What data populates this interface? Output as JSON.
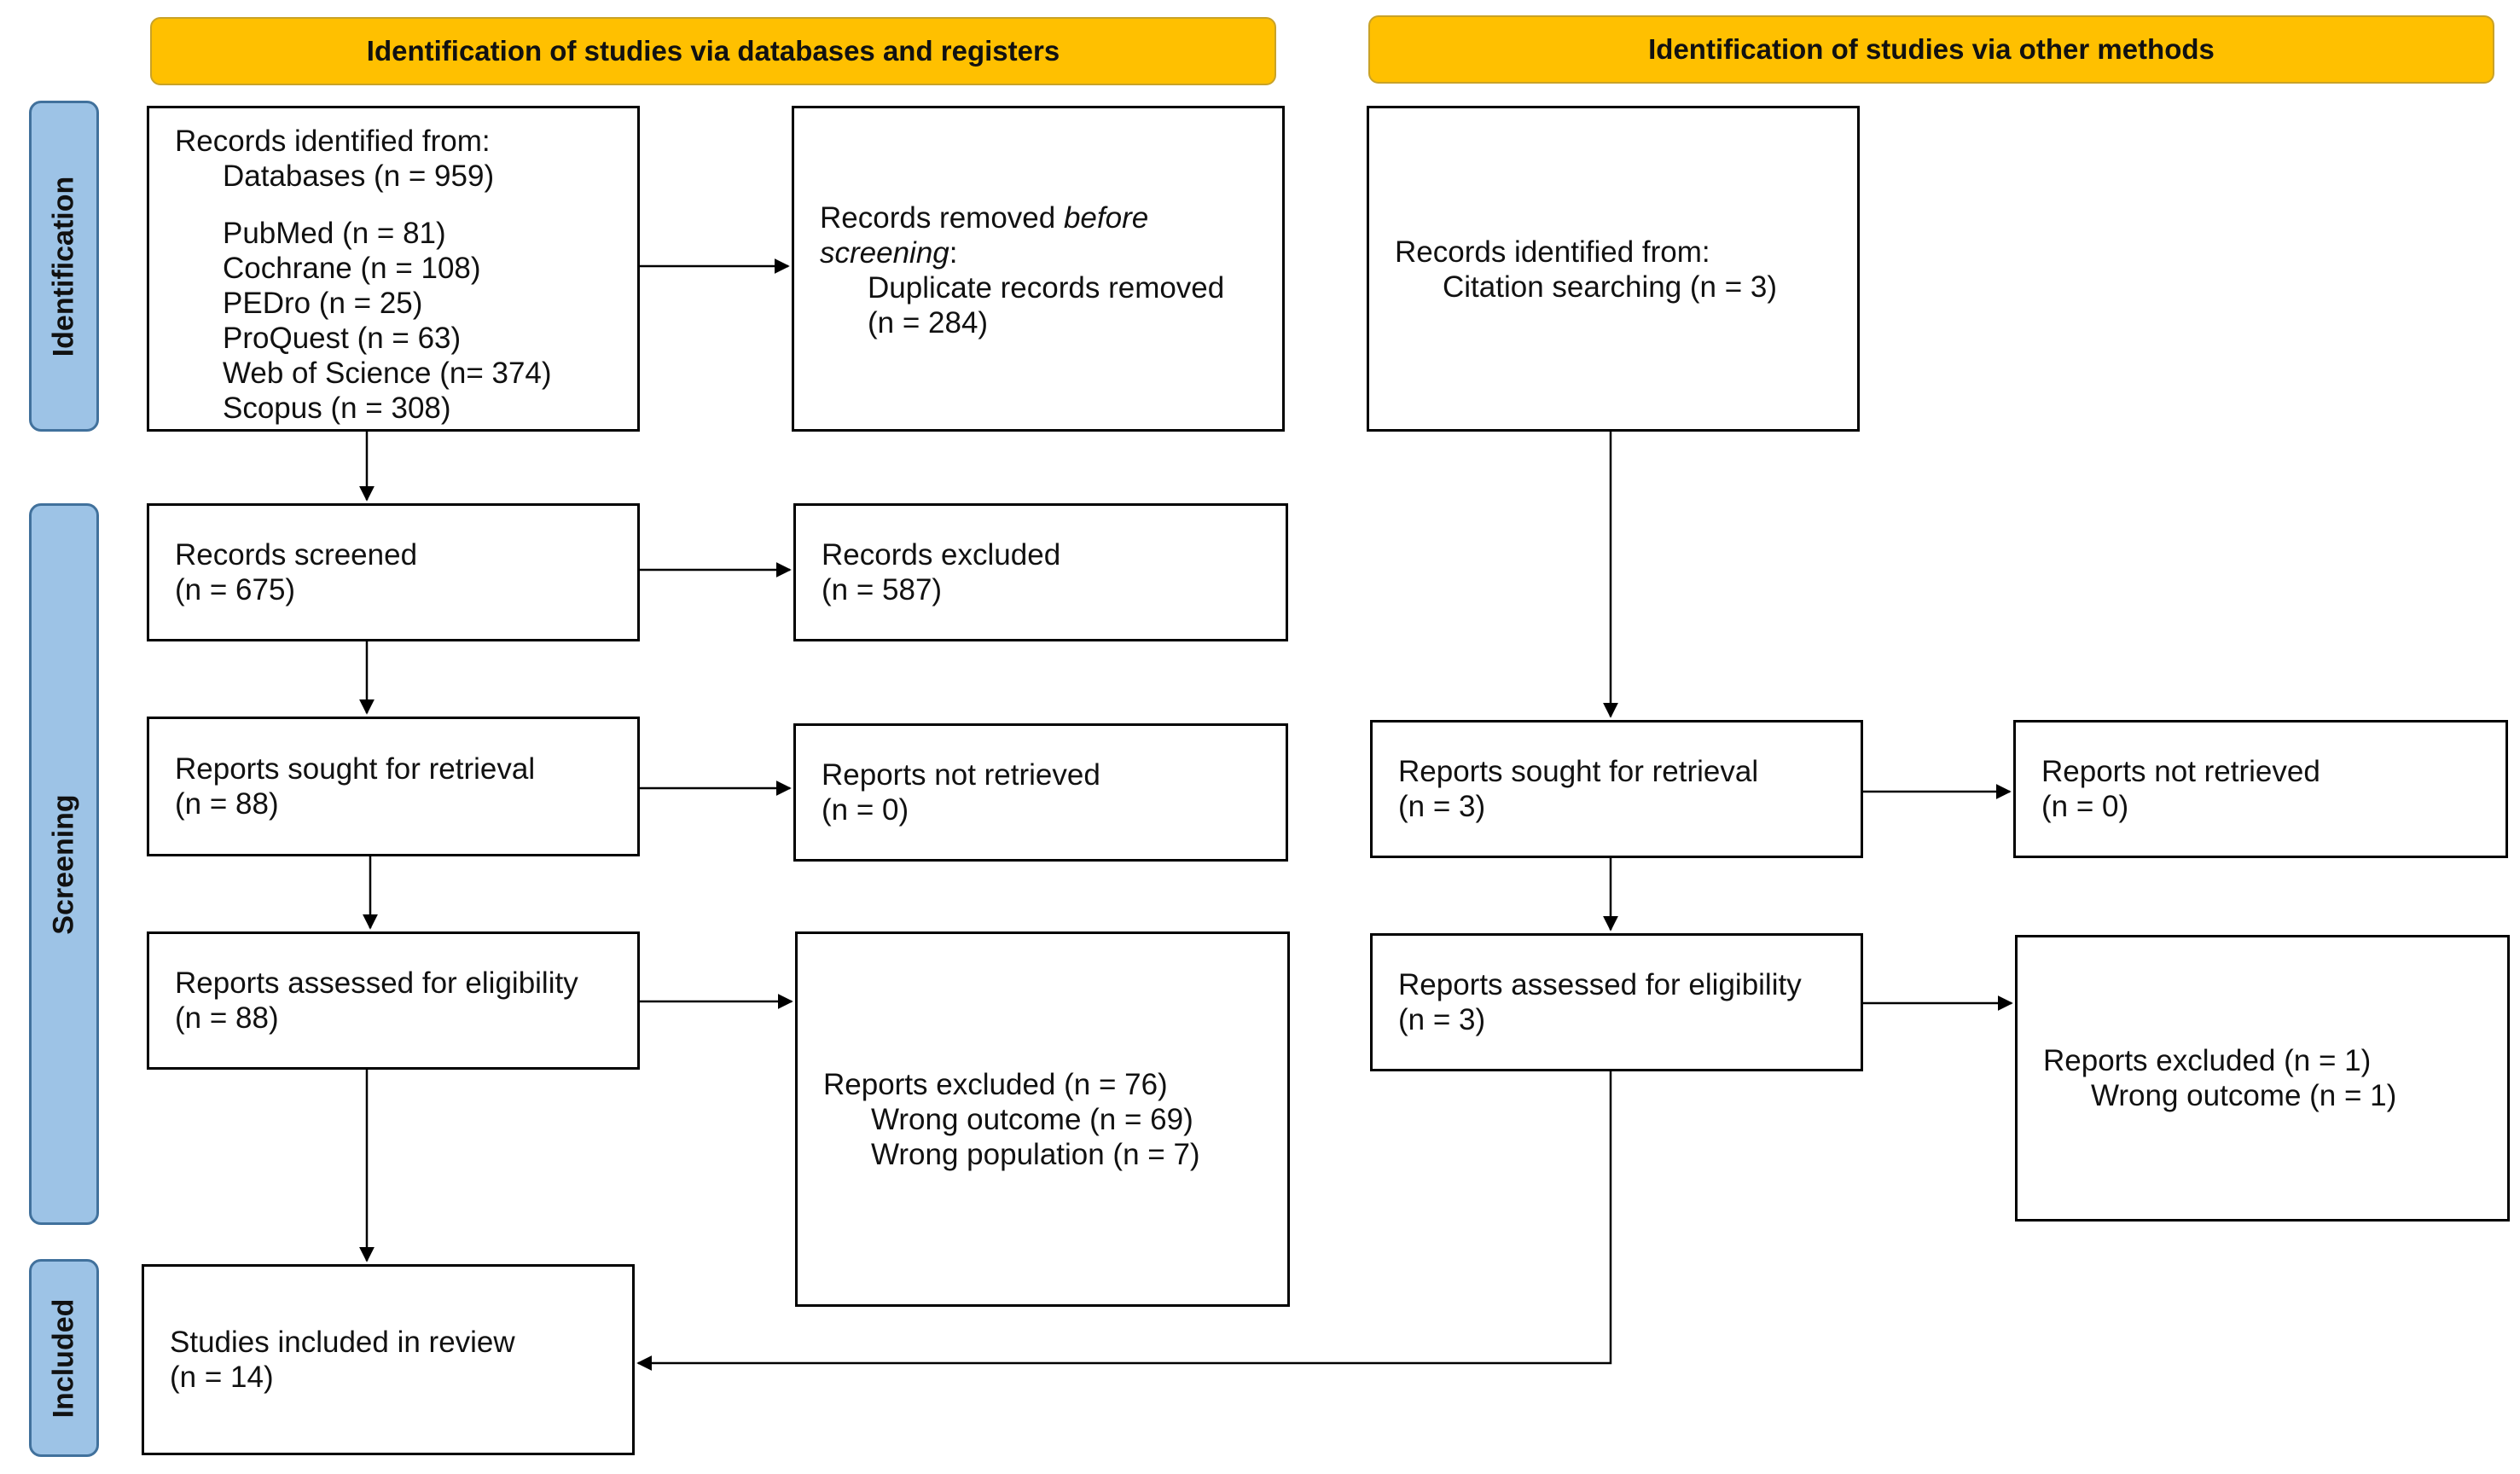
{
  "headers": {
    "databases": "Identification of studies via databases and registers",
    "other": "Identification of studies via other methods"
  },
  "phases": {
    "identification": "Identification",
    "screening": "Screening",
    "included": "Included"
  },
  "db": {
    "identified": {
      "title": "Records identified from:",
      "databases": "Databases (n = 959)",
      "sources": [
        "PubMed (n = 81)",
        "Cochrane (n = 108)",
        "PEDro (n = 25)",
        "ProQuest (n = 63)",
        "Web of Science (n= 374)",
        "Scopus (n = 308)"
      ]
    },
    "removed": {
      "prefix": "Records removed ",
      "emphasis": "before",
      "line2": "screening",
      "line2_suffix": ":",
      "line3": "Duplicate records removed",
      "line4": "(n = 284)"
    },
    "screened": {
      "title": "Records screened",
      "n": "(n = 675)"
    },
    "excluded": {
      "title": "Records excluded",
      "n": "(n = 587)"
    },
    "sought": {
      "title": "Reports sought for retrieval",
      "n": "(n = 88)"
    },
    "not_retrieved": {
      "title": "Reports not retrieved",
      "n": "(n = 0)"
    },
    "assessed": {
      "title": "Reports assessed for eligibility",
      "n": "(n = 88)"
    },
    "reports_excluded": {
      "title": "Reports excluded (n = 76)",
      "reasons": [
        "Wrong outcome (n = 69)",
        "Wrong population (n = 7)"
      ]
    },
    "included": {
      "title": "Studies included in review",
      "n": "(n = 14)"
    }
  },
  "other": {
    "identified": {
      "title": "Records identified from:",
      "line2": "Citation searching (n = 3)"
    },
    "sought": {
      "title": "Reports sought for retrieval",
      "n": "(n = 3)"
    },
    "not_retrieved": {
      "title": "Reports not retrieved",
      "n": "(n = 0)"
    },
    "assessed": {
      "title": "Reports assessed for eligibility",
      "n": "(n = 3)"
    },
    "reports_excluded": {
      "title": "Reports excluded (n = 1)",
      "reasons": [
        "Wrong outcome (n = 1)"
      ]
    }
  },
  "colors": {
    "header_fill": "#ffc000",
    "phase_fill": "#9dc3e6",
    "phase_border": "#41719c",
    "line": "#000000"
  }
}
